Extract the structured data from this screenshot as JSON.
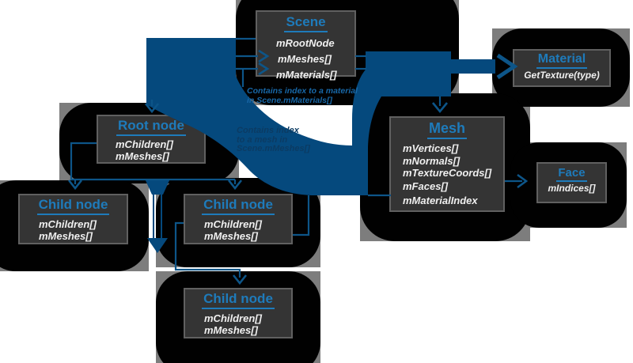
{
  "diagram": {
    "description": "Assimp scene data structure diagram",
    "nodes": [
      {
        "id": "scene",
        "title": "Scene",
        "fields": [
          "mRootNode",
          "mMeshes[]",
          "mMaterials[]"
        ]
      },
      {
        "id": "material",
        "title": "Material",
        "fields": [
          "GetTexture(type)"
        ]
      },
      {
        "id": "mesh",
        "title": "Mesh",
        "fields": [
          "mVertices[]",
          "mNormals[]",
          "mTextureCoords[]",
          "mFaces[]",
          "mMaterialIndex"
        ]
      },
      {
        "id": "face",
        "title": "Face",
        "fields": [
          "mIndices[]"
        ]
      },
      {
        "id": "root",
        "title": "Root node",
        "fields": [
          "mChildren[]",
          "mMeshes[]"
        ]
      },
      {
        "id": "child1",
        "title": "Child node",
        "fields": [
          "mChildren[]",
          "mMeshes[]"
        ]
      },
      {
        "id": "child2",
        "title": "Child node",
        "fields": [
          "mChildren[]",
          "mMeshes[]"
        ]
      },
      {
        "id": "child3",
        "title": "Child node",
        "fields": [
          "mChildren[]",
          "mMeshes[]"
        ]
      }
    ],
    "annotations": [
      {
        "id": "material-index-note",
        "line1": "Contains index to a material",
        "line2": "in Scene.mMaterials[]"
      },
      {
        "id": "mesh-index-note",
        "line1": "Contains index",
        "line2": "to a mesh in",
        "line3": "Scene.mMeshes[]"
      }
    ],
    "edges": [
      {
        "from": "scene.mRootNode",
        "to": "root"
      },
      {
        "from": "scene.mMaterials[]",
        "to": "mesh.mMaterialIndex"
      },
      {
        "from": "scene.mMeshes[]",
        "to": "mesh"
      },
      {
        "from": "scene",
        "to": "material"
      },
      {
        "from": "root.mChildren[]",
        "to": "child1"
      },
      {
        "from": "root.mChildren[]",
        "to": "child2"
      },
      {
        "from": "child2.mChildren[]",
        "to": "child3"
      },
      {
        "from": "child2.mMeshes[]",
        "to": "scene.mMeshes[]"
      },
      {
        "from": "mesh.mFaces[]",
        "to": "face"
      }
    ],
    "colors": {
      "arrow_blue": "#05497d",
      "wire_blue": "#0d5588",
      "title_blue": "#1e7bbb",
      "note_blue": "#1868a8",
      "note_dark_blue": "#0b3b63",
      "plate_gray": "#7d7d7d",
      "blob_black": "#010101",
      "box_gray": "#343434"
    }
  }
}
